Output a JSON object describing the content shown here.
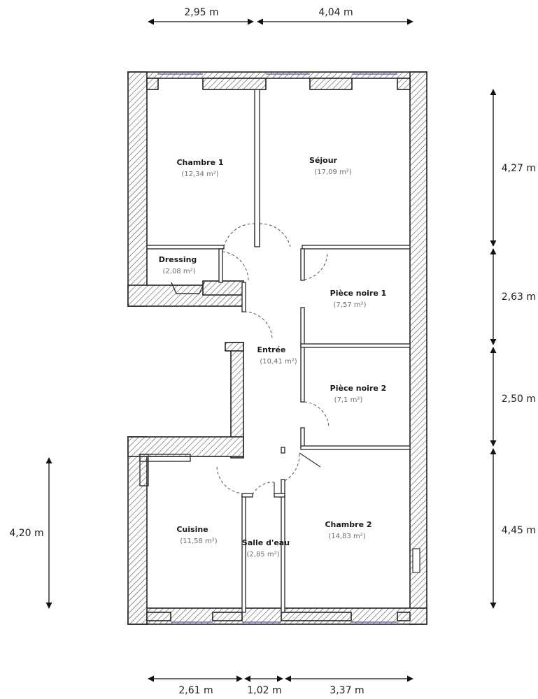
{
  "rooms": [
    {
      "id": "chambre1",
      "name": "Chambre 1",
      "area": "(12,34 m²)"
    },
    {
      "id": "sejour",
      "name": "Séjour",
      "area": "(17,09 m²)"
    },
    {
      "id": "dressing",
      "name": "Dressing",
      "area": "(2,08 m²)"
    },
    {
      "id": "piece-noire-1",
      "name": "Pièce noire 1",
      "area": "(7,57 m²)"
    },
    {
      "id": "entree",
      "name": "Entrée",
      "area": "(10,41 m²)"
    },
    {
      "id": "piece-noire-2",
      "name": "Pièce noire 2",
      "area": "(7,1 m²)"
    },
    {
      "id": "cuisine",
      "name": "Cuisine",
      "area": "(11,58 m²)"
    },
    {
      "id": "salle-d-eau",
      "name": "Salle d'eau",
      "area": "(2,85 m²)"
    },
    {
      "id": "chambre2",
      "name": "Chambre 2",
      "area": "(14,83 m²)"
    }
  ],
  "dimensions": {
    "top": [
      "2,95 m",
      "4,04 m"
    ],
    "bottom": [
      "2,61 m",
      "1,02 m",
      "3,37 m"
    ],
    "right": [
      "4,27 m",
      "2,63 m",
      "2,50 m",
      "4,45 m"
    ],
    "left": [
      "4,20 m"
    ]
  }
}
